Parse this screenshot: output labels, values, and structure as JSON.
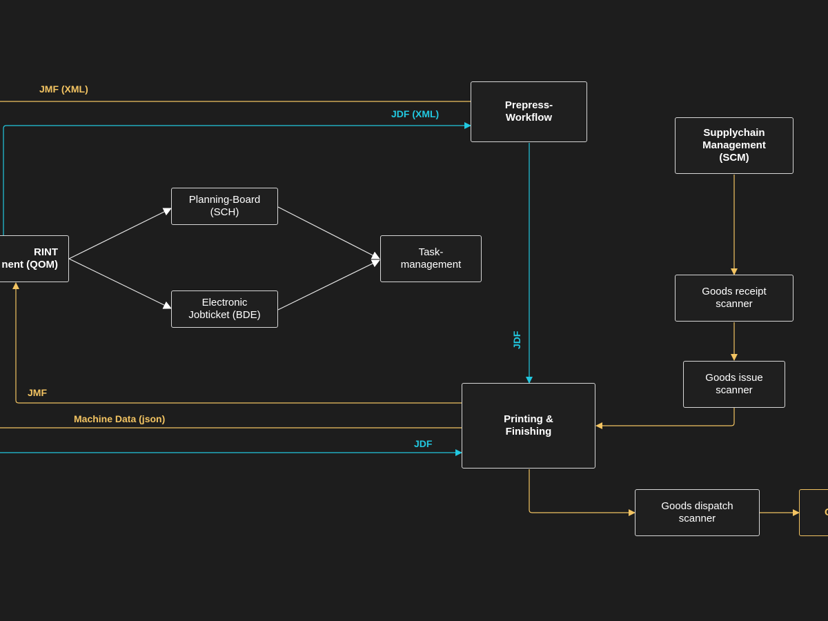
{
  "colors": {
    "background": "#1d1d1d",
    "box_border": "#d8d8d8",
    "yellow_flow": "#f3c462",
    "cyan_flow": "#22c8e0",
    "neutral_flow": "#e6e6e6"
  },
  "nodes": {
    "qom": "RINT\nnent (QOM)",
    "planning_board": "Planning-Board\n(SCH)",
    "electronic_jobticket": "Electronic\nJobticket (BDE)",
    "task_management": "Task-\nmanagement",
    "prepress": "Prepress-\nWorkflow",
    "scm": "Supplychain\nManagement\n(SCM)",
    "goods_receipt": "Goods receipt\nscanner",
    "goods_issue": "Goods issue\nscanner",
    "printing": "Printing &\nFinishing",
    "goods_dispatch": "Goods dispatch\nscanner",
    "cut_right": "C"
  },
  "labels": {
    "jmf_xml": "JMF (XML)",
    "jdf_xml": "JDF (XML)",
    "jdf_vertical": "JDF",
    "jmf": "JMF",
    "machine_data": "Machine Data (json)",
    "jdf_bottom": "JDF"
  }
}
